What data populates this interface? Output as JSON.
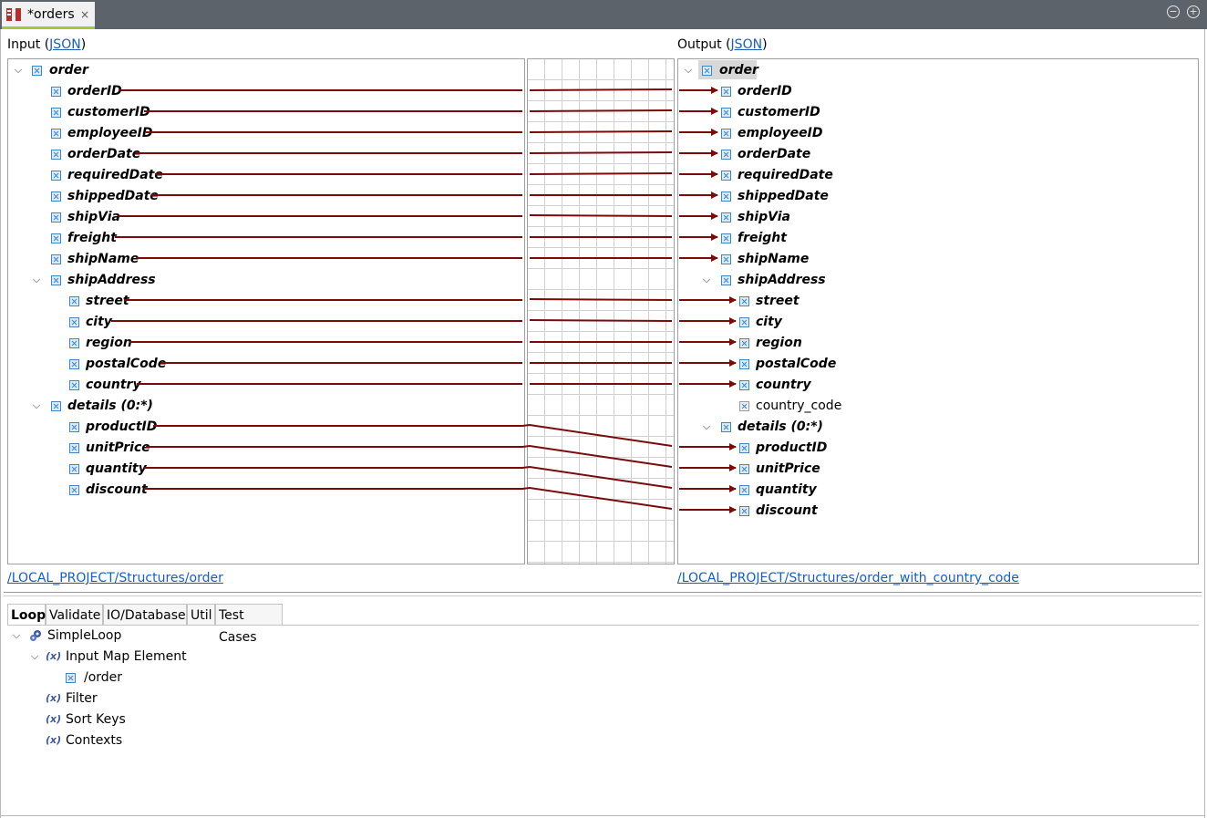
{
  "window": {
    "tab_title": "*orders",
    "tab_close": "×",
    "minimize": "−",
    "maximize": "+"
  },
  "input": {
    "label": "Input (",
    "label_link": "JSON",
    "label_end": ")",
    "path": "/LOCAL_PROJECT/Structures/order",
    "nodes": [
      {
        "label": "order"
      },
      {
        "label": "orderID"
      },
      {
        "label": "customerID"
      },
      {
        "label": "employeeID"
      },
      {
        "label": "orderDate"
      },
      {
        "label": "requiredDate"
      },
      {
        "label": "shippedDate"
      },
      {
        "label": "shipVia"
      },
      {
        "label": "freight"
      },
      {
        "label": "shipName"
      },
      {
        "label": "shipAddress"
      },
      {
        "label": "street"
      },
      {
        "label": "city"
      },
      {
        "label": "region"
      },
      {
        "label": "postalCode"
      },
      {
        "label": "country"
      },
      {
        "label": "details (0:*)"
      },
      {
        "label": "productID"
      },
      {
        "label": "unitPrice"
      },
      {
        "label": "quantity"
      },
      {
        "label": "discount"
      }
    ]
  },
  "output": {
    "label": "Output (",
    "label_link": "JSON",
    "label_end": ")",
    "path": "/LOCAL_PROJECT/Structures/order_with_country_code",
    "nodes": [
      {
        "label": "order"
      },
      {
        "label": "orderID"
      },
      {
        "label": "customerID"
      },
      {
        "label": "employeeID"
      },
      {
        "label": "orderDate"
      },
      {
        "label": "requiredDate"
      },
      {
        "label": "shippedDate"
      },
      {
        "label": "shipVia"
      },
      {
        "label": "freight"
      },
      {
        "label": "shipName"
      },
      {
        "label": "shipAddress"
      },
      {
        "label": "street"
      },
      {
        "label": "city"
      },
      {
        "label": "region"
      },
      {
        "label": "postalCode"
      },
      {
        "label": "country"
      },
      {
        "label": "country_code"
      },
      {
        "label": "details (0:*)"
      },
      {
        "label": "productID"
      },
      {
        "label": "unitPrice"
      },
      {
        "label": "quantity"
      },
      {
        "label": "discount"
      }
    ]
  },
  "bottom_tabs": [
    "Loop",
    "Validate",
    "IO/Database",
    "Util",
    "Test Cases"
  ],
  "loop_tree": {
    "simple_loop": "SimpleLoop",
    "input_map_element": "Input Map Element",
    "order_path": "/order",
    "filter": "Filter",
    "sort_keys": "Sort Keys",
    "contexts": "Contexts",
    "var_symbol": "(x)"
  },
  "colors": {
    "mapping_line": "#7a0b0b",
    "link": "#1a5fb4",
    "tab_accent": "#a4c93a"
  }
}
